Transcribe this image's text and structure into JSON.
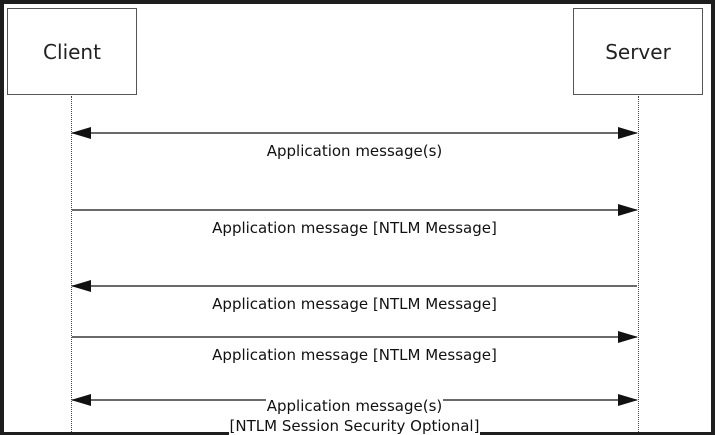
{
  "actors": {
    "client": "Client",
    "server": "Server"
  },
  "messages": [
    {
      "label": "Application message(s)",
      "direction": "both"
    },
    {
      "label": "Application message [NTLM Message]",
      "direction": "to-server"
    },
    {
      "label": "Application message [NTLM Message]",
      "direction": "to-client"
    },
    {
      "label": "Application message [NTLM Message]",
      "direction": "to-server"
    },
    {
      "label_line1": "Application message(s)",
      "label_line2": "[NTLM Session Security Optional]",
      "direction": "both"
    }
  ]
}
